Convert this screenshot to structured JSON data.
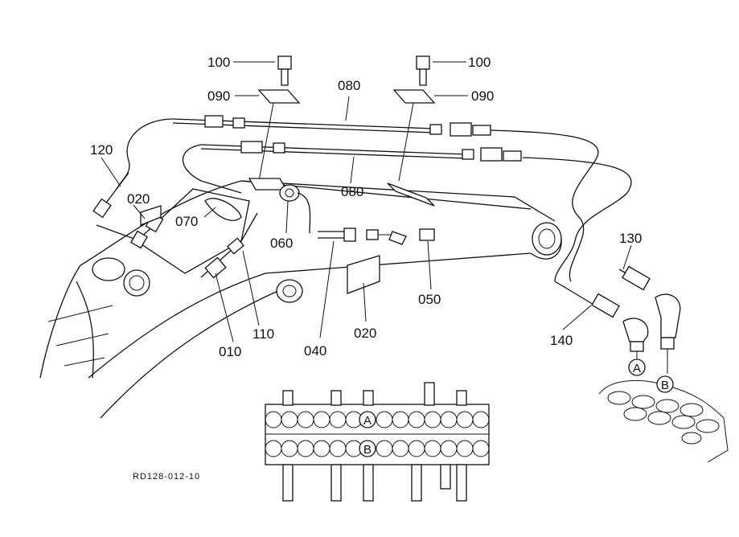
{
  "diagram": {
    "part_labels": {
      "p100_left": "100",
      "p100_right": "100",
      "p090_left": "090",
      "p090_right": "090",
      "p080_top": "080",
      "p080_bottom": "080",
      "p120": "120",
      "p020_left": "020",
      "p070": "070",
      "p060": "060",
      "p050": "050",
      "p020_bottom": "020",
      "p040": "040",
      "p110": "110",
      "p010": "010",
      "p130": "130",
      "p140": "140"
    },
    "port_labels": {
      "a_right": "A",
      "b_right": "B",
      "a_valve": "A",
      "b_valve": "B"
    },
    "figure_code": "RD128-012-10"
  }
}
